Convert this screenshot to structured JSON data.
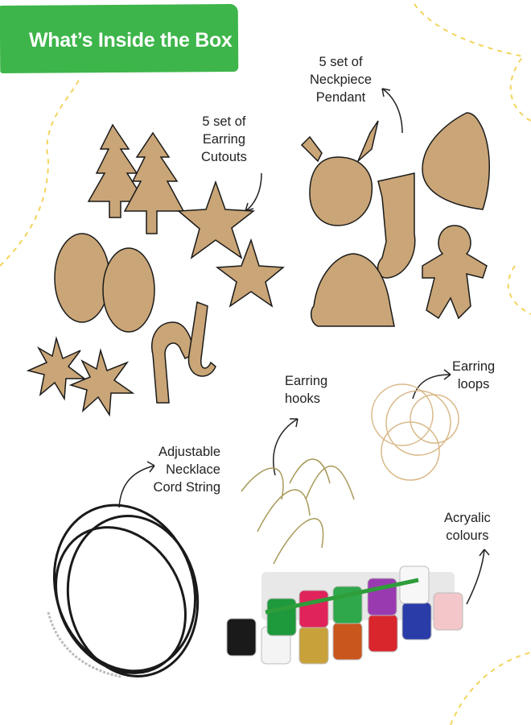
{
  "header": {
    "title": "What’s Inside the Box"
  },
  "labels": {
    "earring_cutouts": [
      "5 set of",
      "Earring",
      "Cutouts"
    ],
    "neckpiece_pendant": [
      "5 set of",
      "Neckpiece",
      "Pendant"
    ],
    "earring_hooks": [
      "Earring",
      "hooks"
    ],
    "earring_loops": [
      "Earring",
      "loops"
    ],
    "necklace_cord": [
      "Adjustable",
      "Necklace",
      "Cord String"
    ],
    "acrylic_colours": [
      "Acryalic",
      "colours"
    ]
  },
  "colors": {
    "banner": "#3db54a",
    "cutout": "#c9a577",
    "dashed_decor": "#f2d45c",
    "paint": [
      "#1a1a1a",
      "#f4f4f4",
      "#c9a13b",
      "#c9561c",
      "#d8262c",
      "#2a3ca8",
      "#f3c6c9",
      "#1e9a3c",
      "#e0235a",
      "#2ea84a",
      "#9a3ab0",
      "#f7f7f7"
    ]
  }
}
